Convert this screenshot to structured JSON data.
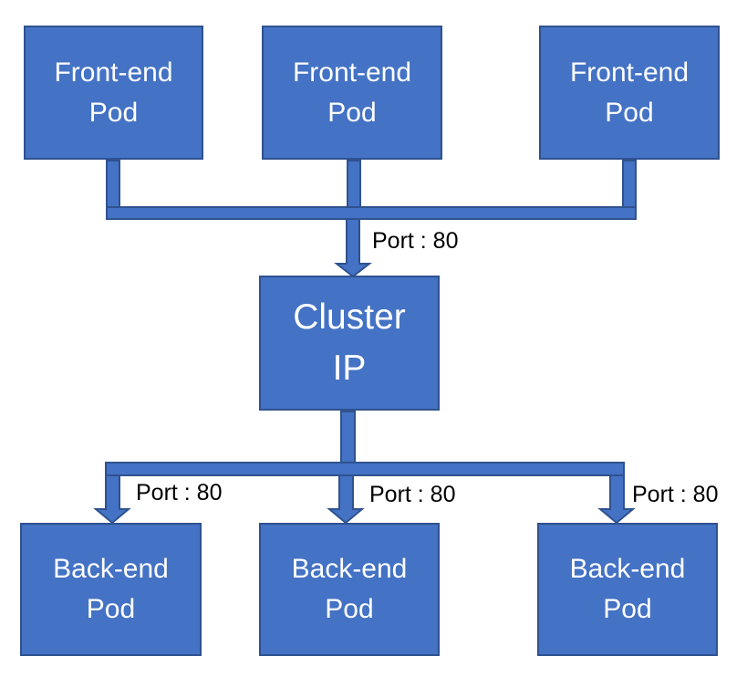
{
  "colors": {
    "fill": "#4472C4",
    "stroke": "#2F528F",
    "text": "#FFFFFF",
    "label": "#000000"
  },
  "front_end_pods": [
    {
      "line1": "Front-end",
      "line2": "Pod"
    },
    {
      "line1": "Front-end",
      "line2": "Pod"
    },
    {
      "line1": "Front-end",
      "line2": "Pod"
    }
  ],
  "service": {
    "line1": "Cluster",
    "line2": "IP"
  },
  "service_port_label": "Port : 80",
  "back_end_pods": [
    {
      "line1": "Back-end",
      "line2": "Pod",
      "port_label": "Port : 80"
    },
    {
      "line1": "Back-end",
      "line2": "Pod",
      "port_label": "Port : 80"
    },
    {
      "line1": "Back-end",
      "line2": "Pod",
      "port_label": "Port : 80"
    }
  ]
}
